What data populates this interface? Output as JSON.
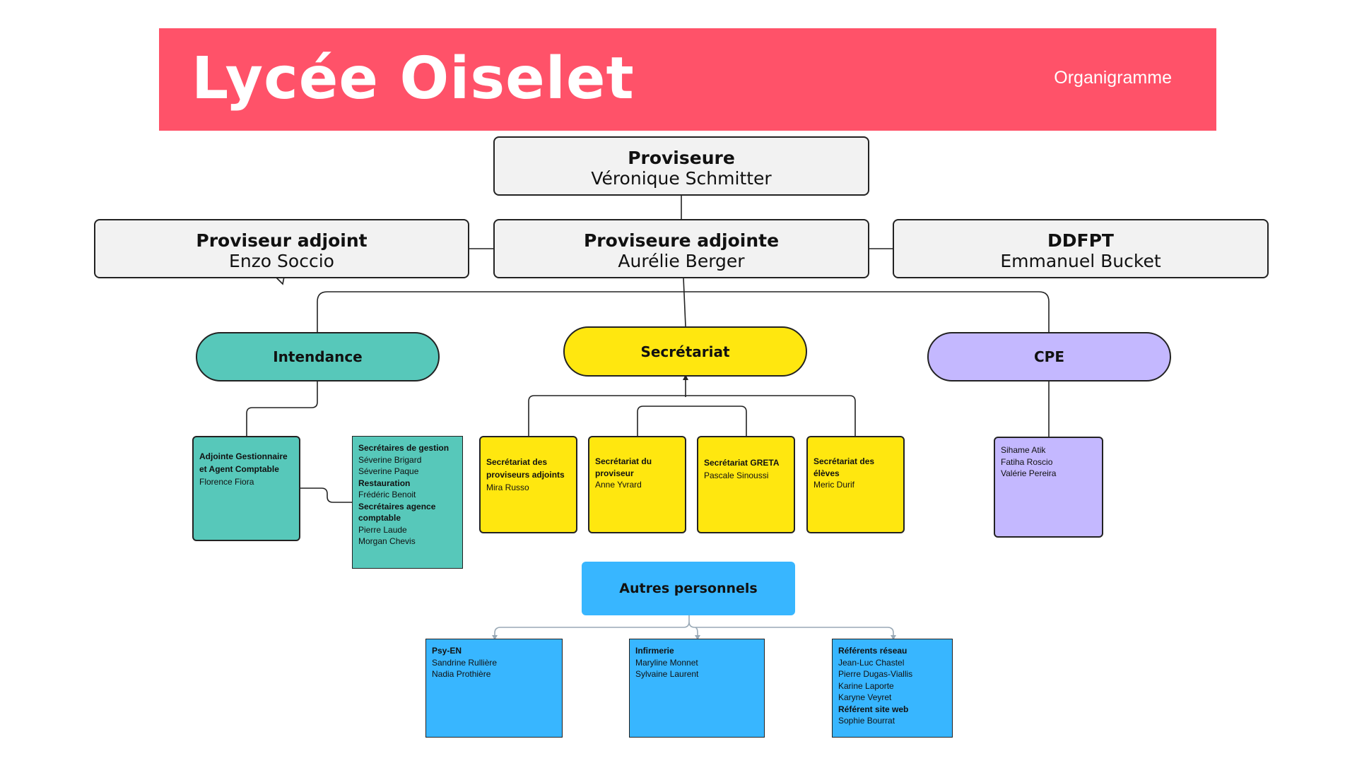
{
  "header": {
    "title": "Lycée Oiselet",
    "subtitle": "Organigramme"
  },
  "proviseure": {
    "title": "Proviseure",
    "name": "Véronique Schmitter"
  },
  "adjoint_left": {
    "title": "Proviseur adjoint",
    "name": "Enzo Soccio"
  },
  "adjoint_center": {
    "title": "Proviseure adjointe",
    "name": "Aurélie Berger"
  },
  "ddfpt": {
    "title": "DDFPT",
    "name": "Emmanuel Bucket"
  },
  "intendance": {
    "label": "Intendance",
    "card1": {
      "title": "Adjointe Gestionnaire et Agent Comptable",
      "names": [
        "Florence Fiora"
      ]
    },
    "card2": {
      "sections": [
        {
          "title": "Secrétaires de gestion",
          "names": [
            "Séverine Brigard",
            "Séverine Paque"
          ]
        },
        {
          "title": "Restauration",
          "names": [
            "Frédéric Benoit"
          ]
        },
        {
          "title": "Secrétaires agence comptable",
          "names": [
            "Pierre Laude",
            "Morgan Chevis"
          ]
        }
      ]
    }
  },
  "secretariat": {
    "label": "Secrétariat",
    "cards": [
      {
        "title": "Secrétariat des proviseurs adjoints",
        "names": [
          "Mira Russo"
        ]
      },
      {
        "title": "Secrétariat du proviseur",
        "names": [
          "Anne Yvrard"
        ]
      },
      {
        "title": "Secrétariat GRETA",
        "names": [
          "Pascale Sinoussi"
        ]
      },
      {
        "title": "Secrétariat des élèves",
        "names": [
          "Meric Durif"
        ]
      }
    ]
  },
  "cpe": {
    "label": "CPE",
    "names": [
      "Sihame Atik",
      "Fatiha Roscio",
      "Valérie Pereira"
    ]
  },
  "autres": {
    "label": "Autres personnels",
    "cards": [
      {
        "sections": [
          {
            "title": "Psy-EN",
            "names": [
              "Sandrine Rullière",
              "Nadia Prothière"
            ]
          }
        ]
      },
      {
        "sections": [
          {
            "title": "Infirmerie",
            "names": [
              "Maryline Monnet",
              "Sylvaine Laurent"
            ]
          }
        ]
      },
      {
        "sections": [
          {
            "title": "Référents réseau",
            "names": [
              "Jean-Luc Chastel",
              "Pierre Dugas-Viallis",
              "Karine Laporte",
              "Karyne Veyret"
            ]
          },
          {
            "title": "Référent site web",
            "names": [
              "Sophie Bourrat"
            ]
          }
        ]
      }
    ]
  },
  "colors": {
    "banner": "#ff5269",
    "intendance": "#57c8ba",
    "secretariat": "#ffe70f",
    "cpe": "#c4b8ff",
    "autres": "#38b6ff",
    "role_bg": "#f2f2f2"
  }
}
